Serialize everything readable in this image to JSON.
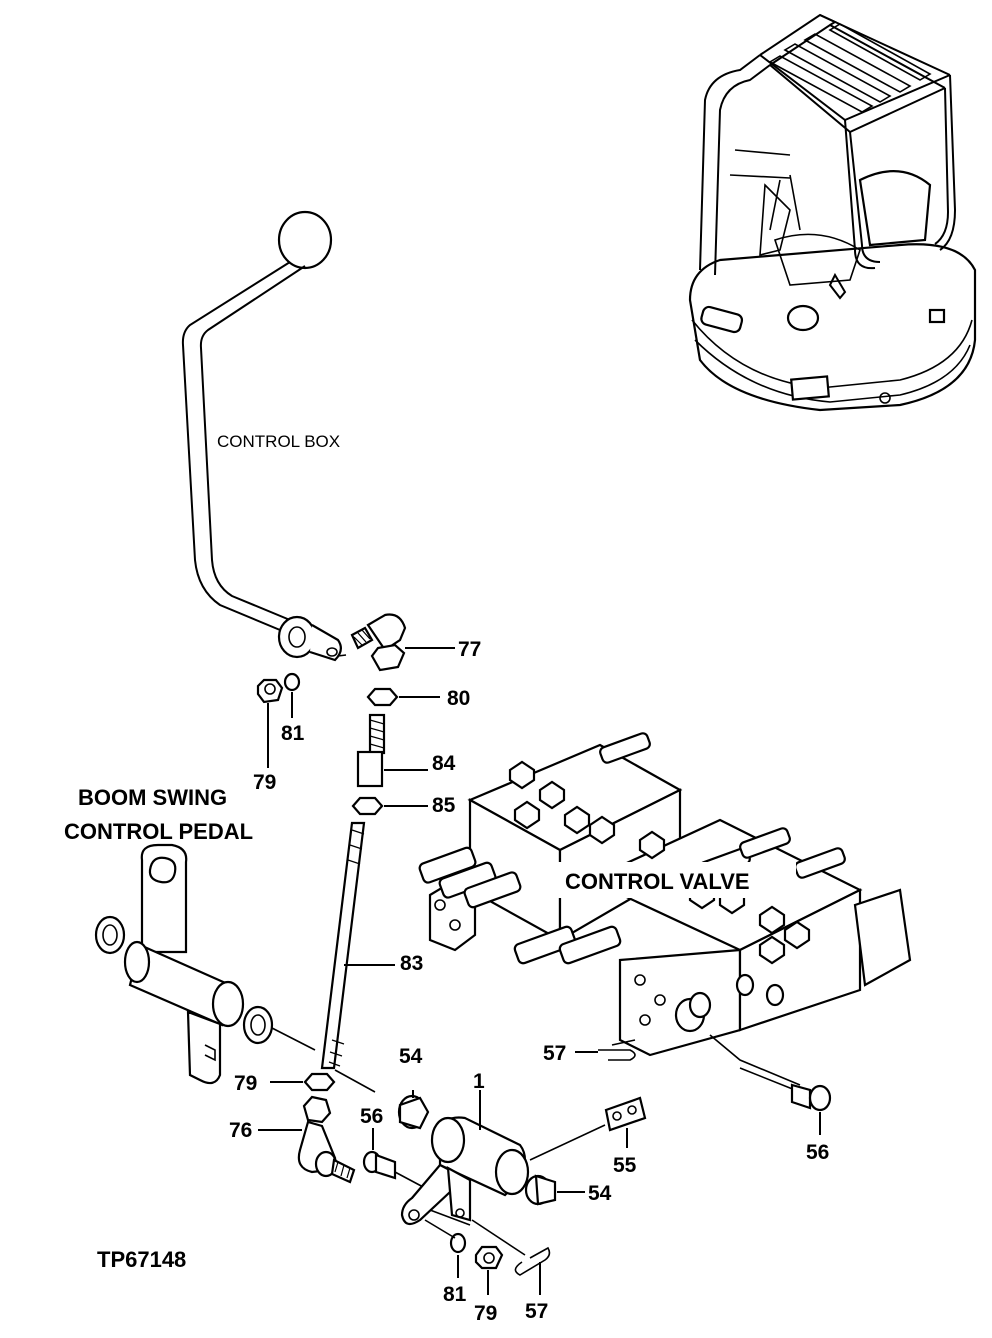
{
  "captions": {
    "control_box": "CONTROL BOX",
    "boom_swing_line1": "BOOM SWING",
    "boom_swing_line2": "CONTROL PEDAL",
    "control_valve": "CONTROL VALVE",
    "figure_code": "TP67148"
  },
  "callouts": {
    "c77": "77",
    "c80": "80",
    "c81_top": "81",
    "c79_top": "79",
    "c84": "84",
    "c85": "85",
    "c83": "83",
    "c57_right": "57",
    "c54_top": "54",
    "c1": "1",
    "c79_mid": "79",
    "c56_mid": "56",
    "c76": "76",
    "c55": "55",
    "c54_right": "54",
    "c56_right": "56",
    "c81_bottom": "81",
    "c79_bottom": "79",
    "c57_bottom": "57"
  }
}
